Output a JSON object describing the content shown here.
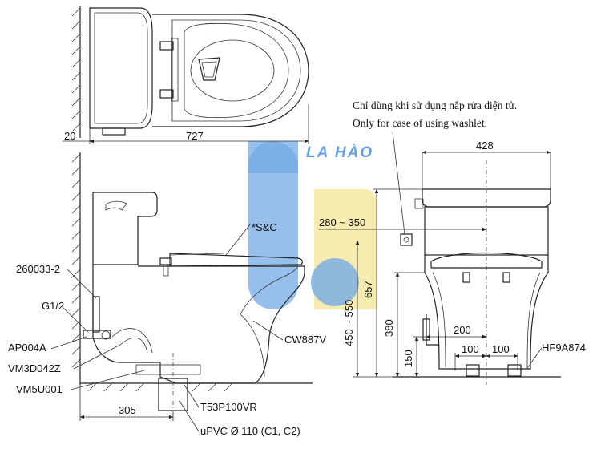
{
  "watermark": {
    "text": "LA HÀO",
    "colors": {
      "blue": "#5b9be0",
      "yellow": "#f1e48a",
      "text": "#4a8fe0"
    }
  },
  "top_view": {
    "dim_wall_gap": "20",
    "dim_total_length": "727"
  },
  "side_view": {
    "labels": {
      "sc": "*S&C",
      "model": "CW887V",
      "fill_valve_part": "260033-2",
      "thread": "G1/2",
      "angle_valve": "AP004A",
      "drain_part": "VM3D042Z",
      "flange_part": "VM5U001",
      "pipe_part": "T53P100VR",
      "pipe_spec": "uPVC Ø 110 (C1, C2)"
    },
    "dim_rough_in": "305"
  },
  "front_view": {
    "note_vi": "Chỉ dùng khi sử dụng nắp rửa điện tử.",
    "note_en": "Only for case of using washlet.",
    "dim_width": "428",
    "dim_outlet_range": "280 ~ 350",
    "dim_height": "657",
    "dim_supply_range": "450 ~ 550",
    "dim_380": "380",
    "dim_150": "150",
    "dim_200": "200",
    "dim_100_left": "100",
    "dim_100_right": "100",
    "bolt_part": "HF9A874"
  }
}
